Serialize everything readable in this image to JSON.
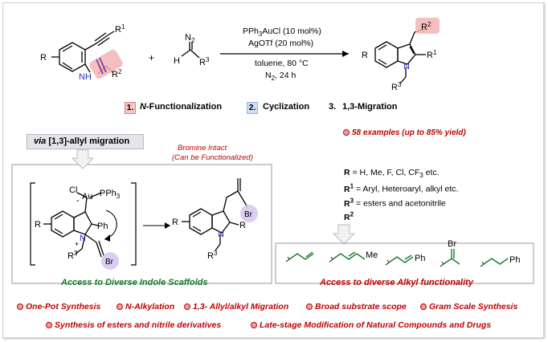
{
  "conditions": {
    "catalyst": "PPh3AuCl (10 mol%)",
    "additive": "AgOTf (20 mol%)",
    "solvent": "toluene, 80 °C",
    "atmosphere": "N2, 24 h"
  },
  "steps": [
    {
      "num": "1.",
      "label": "N-Functionalization"
    },
    {
      "num": "2.",
      "label": "Cyclization"
    },
    {
      "num": "3.",
      "label": "1,3-Migration"
    }
  ],
  "examples": "58 examples (up to 85% yield)",
  "via": {
    "prefix": "via",
    "rest": "[1,3]-allyl migration"
  },
  "bromine_note": [
    "Bromine Intact",
    "(Can be Functionalized)"
  ],
  "substituents": [
    {
      "label": "R",
      "text": " = H, Me, F, Cl, CF3 etc."
    },
    {
      "label": "R1",
      "text": " = Aryl, Heteroaryl, alkyl etc."
    },
    {
      "label": "R3",
      "text": " = esters and acetonitrile"
    },
    {
      "label": "R2",
      "text": ""
    }
  ],
  "indole_caption": "Access to Diverse Indole Scaffolds",
  "alkyl_caption": "Access to diverse Alkyl functionality",
  "alkyl_labels": {
    "me": "Me",
    "ph1": "Ph",
    "br": "Br",
    "ph2": "Ph"
  },
  "features_row1": [
    "One-Pot Synthesis",
    "N-Alkylation",
    "1,3- Allyl/alkyl Migration",
    "Broad substrate scope",
    "Gram Scale Synthesis"
  ],
  "features_row2": [
    "Synthesis of esters and nitrile derivatives",
    "Late-stage Modification of Natural Compounds and Drugs"
  ],
  "atoms": {
    "r": "R",
    "r1": "R1",
    "r2": "R2",
    "r3": "R3",
    "n": "N",
    "h": "H",
    "n2": "N2",
    "cl": "Cl",
    "au": "Au",
    "pph3": "PPh3",
    "ph": "Ph",
    "plus": "+",
    "minus": "-",
    "br": "Br"
  },
  "colors": {
    "red": "#c00000",
    "green": "#1a7a2e",
    "pink_highlight": "#f4b4b4",
    "purple": "#7b3fa0",
    "blue_badge": "#8fb4e3"
  }
}
